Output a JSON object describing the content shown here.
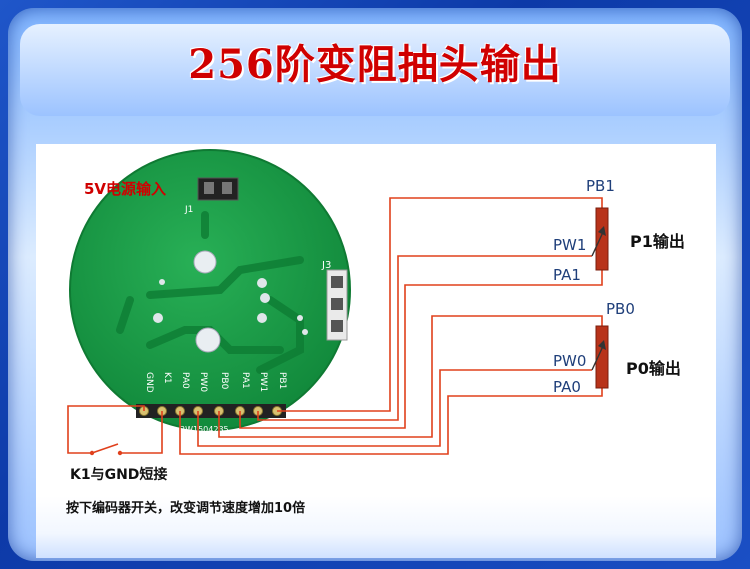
{
  "title": "256阶变阻抽头输出",
  "board": {
    "power_label": "5V电源输入",
    "j1": "J1",
    "j3": "J3",
    "pin_labels": [
      "GND",
      "K1",
      "PA0",
      "PW0",
      "PB0",
      "PA1",
      "PW1",
      "PB1"
    ],
    "model": "2W1504235"
  },
  "pot1": {
    "top": "PB1",
    "wiper": "PW1",
    "bottom": "PA1",
    "output": "P1输出"
  },
  "pot0": {
    "top": "PB0",
    "wiper": "PW0",
    "bottom": "PA0",
    "output": "P0输出"
  },
  "switch_label": "K1与GND短接",
  "note": "按下编码器开关，改变调节速度增加10倍",
  "colors": {
    "wire": "#e0401c",
    "board": "#1a9a4a",
    "title": "#d00000",
    "resistor": "#b8331a"
  }
}
